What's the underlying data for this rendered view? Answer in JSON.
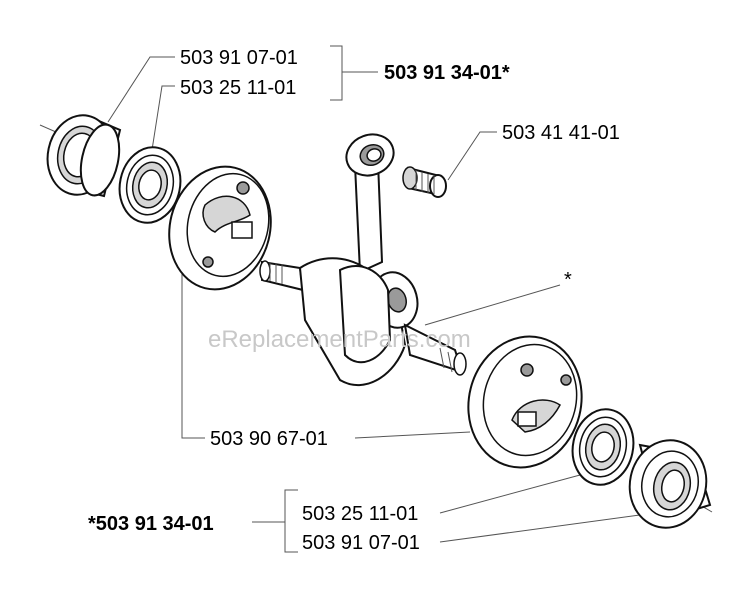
{
  "labels": {
    "seal_top": "503 91 07-01",
    "bearing_top": "503 25 11-01",
    "kit_top": "503 91 34-01*",
    "needle_bearing": "503 41 41-01",
    "asterisk": "*",
    "crankcase_half": "503 90 67-01",
    "kit_bottom": "*503 91 34-01",
    "bearing_bottom": "503 25 11-01",
    "seal_bottom": "503 91 07-01"
  },
  "watermark": "eReplacementParts.com"
}
